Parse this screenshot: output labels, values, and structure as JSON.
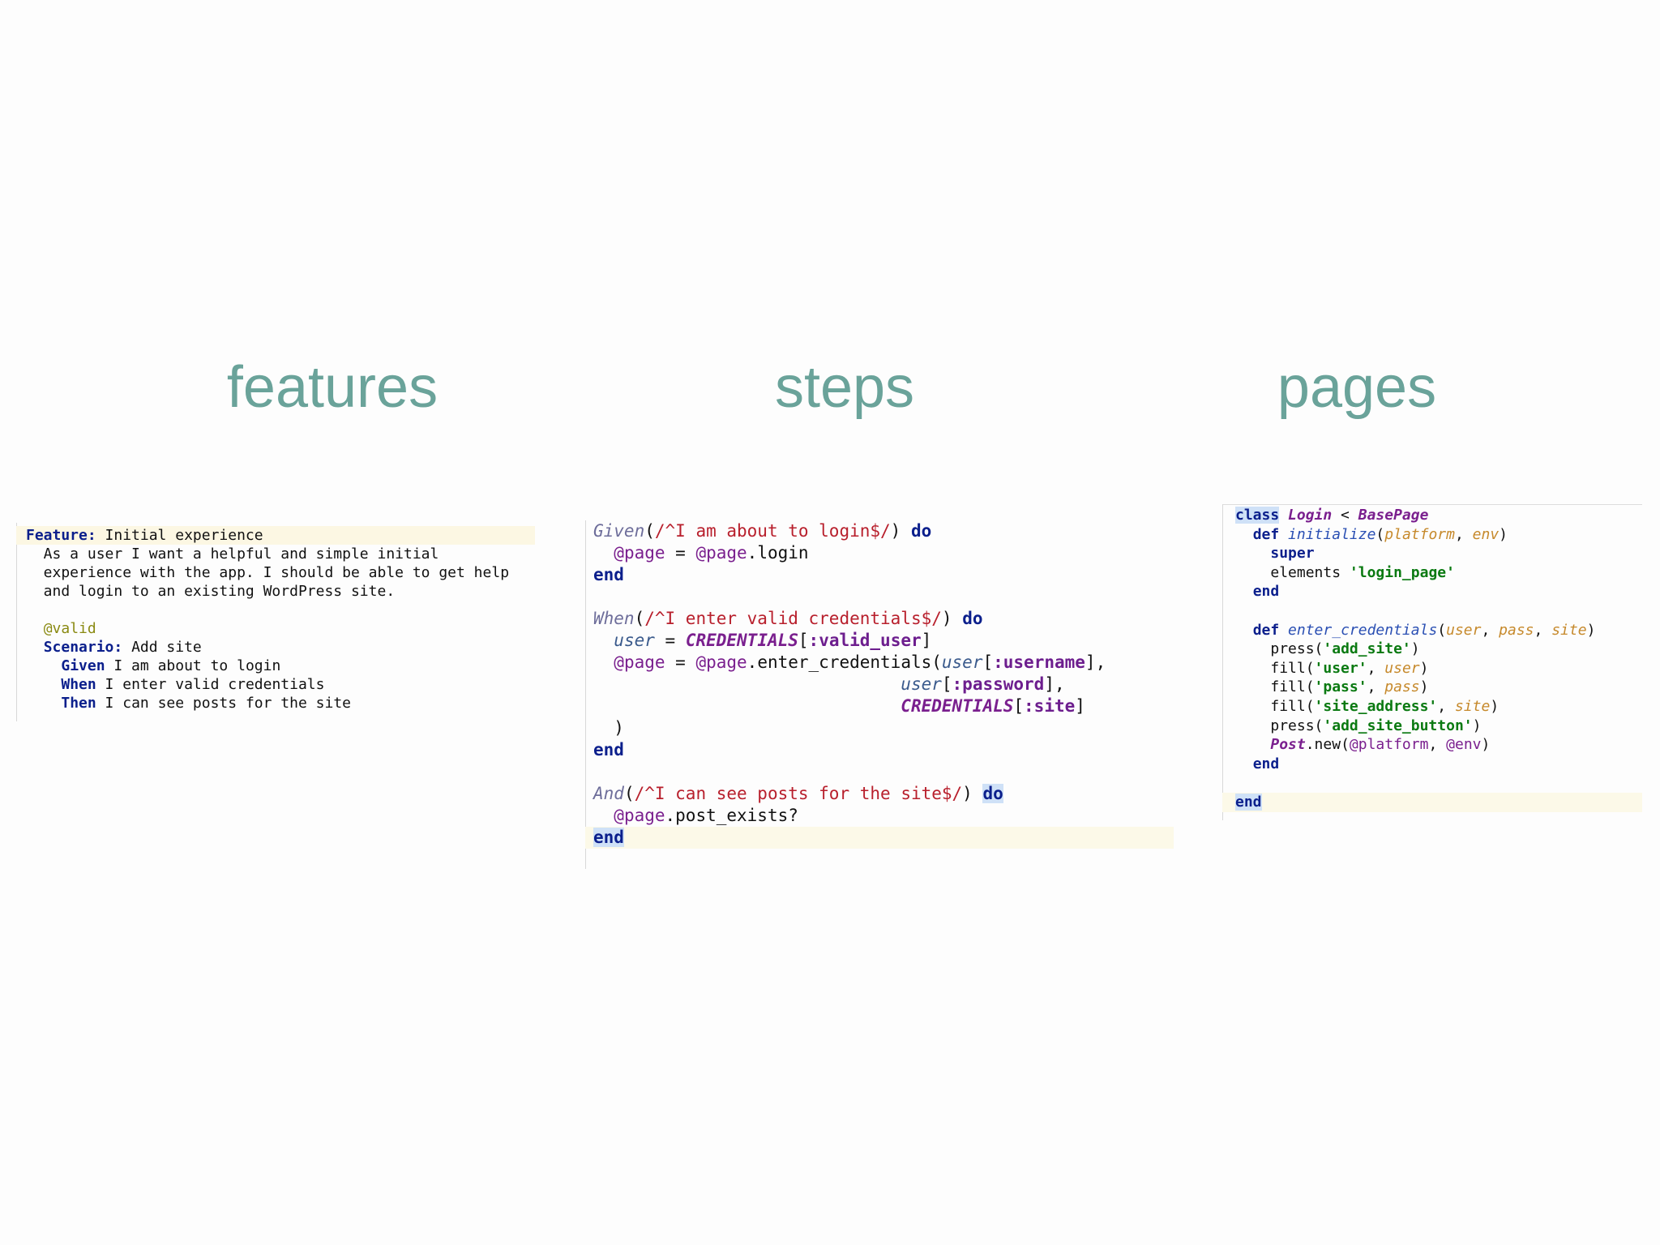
{
  "headings": {
    "features": "features",
    "steps": "steps",
    "pages": "pages"
  },
  "features_code": {
    "l1_kw": "Feature:",
    "l1_text": " Initial experience",
    "l2": "  As a user I want a helpful and simple initial",
    "l3": "  experience with the app. I should be able to get help",
    "l4": "  and login to an existing WordPress site.",
    "l6_tag": "@valid",
    "l7_kw": "Scenario:",
    "l7_text": " Add site",
    "l8_kw": "Given",
    "l8_text": " I am about to login",
    "l9_kw": "When",
    "l9_text": " I enter valid credentials",
    "l10_kw": "Then",
    "l10_text": " I can see posts for the site"
  },
  "steps_code": {
    "given": "Given",
    "given_open": "(",
    "given_re": "/^I am about to login$/",
    "given_close": ")",
    "do": "do",
    "page_ivar": "@page",
    "eq": " = ",
    "login_call": ".login",
    "end": "end",
    "when": "When",
    "when_re": "/^I enter valid credentials$/",
    "user": "user",
    "credentials": "CREDENTIALS",
    "valid_user_sym": ":valid_user",
    "enter_call": ".enter_credentials(",
    "username_sym": ":username",
    "password_sym": ":password",
    "site_sym": ":site",
    "and": "And",
    "and_re": "/^I can see posts for the site$/",
    "post_exists": ".post_exists?"
  },
  "pages_code": {
    "class_kw": "class",
    "class_name": "Login",
    "lt": " < ",
    "base": "BasePage",
    "def": "def",
    "initialize": "initialize",
    "platform": "platform",
    "env": "env",
    "super": "super",
    "elements": "elements ",
    "login_page": "'login_page'",
    "end": "end",
    "enter_credentials": "enter_credentials",
    "user": "user",
    "pass": "pass",
    "site": "site",
    "press": "press(",
    "fill": "fill(",
    "add_site": "'add_site'",
    "user_str": "'user'",
    "pass_str": "'pass'",
    "site_address": "'site_address'",
    "add_site_button": "'add_site_button'",
    "post": "Post",
    "new_call": ".new(",
    "at_platform": "@platform",
    "at_env": "@env"
  }
}
